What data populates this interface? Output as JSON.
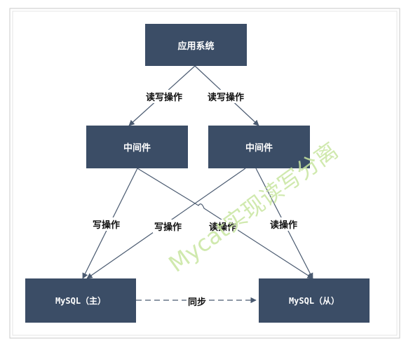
{
  "nodes": {
    "app": "应用系统",
    "mw1": "中间件",
    "mw2": "中间件",
    "master": "MySQL（主）",
    "slave": "MySQL（从）"
  },
  "edges": {
    "app_mw1": "读写操作",
    "app_mw2": "读写操作",
    "mw1_master": "写操作",
    "mw2_master": "写操作",
    "mw1_slave": "读操作",
    "mw2_slave": "读操作",
    "sync": "同步"
  },
  "watermark": "Mycat实现读写分离",
  "colors": {
    "node_fill": "#3b4d66",
    "node_text": "#ffffff",
    "edge": "#4a5a70",
    "watermark": "#c8e6a0"
  }
}
